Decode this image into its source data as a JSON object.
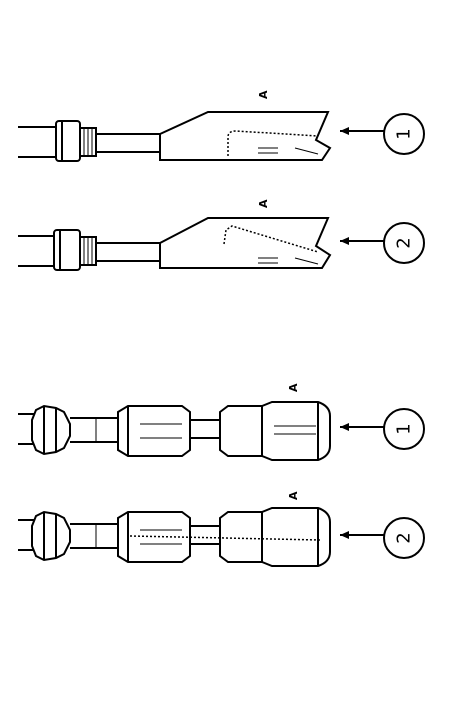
{
  "figure": {
    "rows": [
      {
        "part_label": "A",
        "callout": "1"
      },
      {
        "part_label": "A",
        "callout": "2"
      },
      {
        "part_label": "A",
        "callout": "1"
      },
      {
        "part_label": "A",
        "callout": "2"
      }
    ]
  }
}
